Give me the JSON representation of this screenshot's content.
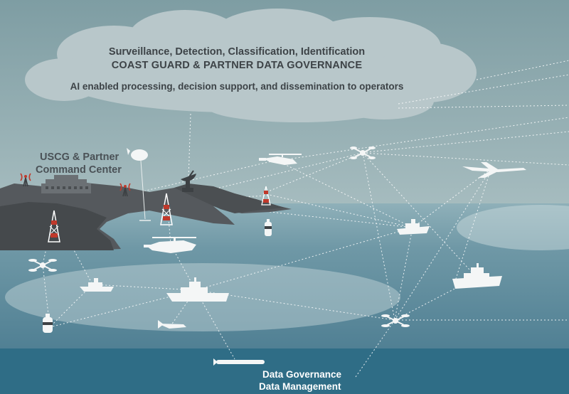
{
  "cloud": {
    "line1": "Surveillance, Detection, Classification, Identification",
    "line2": "COAST GUARD & PARTNER DATA GOVERNANCE",
    "line3": "AI enabled processing, decision support, and dissemination to operators"
  },
  "command_center": {
    "line1": "USCG & Partner",
    "line2": "Command Center"
  },
  "data_layer": {
    "line1": "Data Governance",
    "line2": "Data Management"
  },
  "icons": [
    "cloud-icon",
    "radio-tower-icon",
    "command-building-icon",
    "aerostat-icon",
    "satellite-dish-icon",
    "lighthouse-icon",
    "buoy-icon",
    "helicopter-icon",
    "drone-icon",
    "airplane-icon",
    "ship-icon",
    "cutter-icon",
    "small-boat-icon",
    "unmanned-surface-vessel-icon",
    "submarine-drone-icon"
  ],
  "colors": {
    "sky": "#8ea8ad",
    "sea": "#5c8a9b",
    "deep_sea": "#2f6d86",
    "land": "#5a5f63",
    "cloud": "#b8c7ca",
    "tower_red": "#c0392b"
  }
}
